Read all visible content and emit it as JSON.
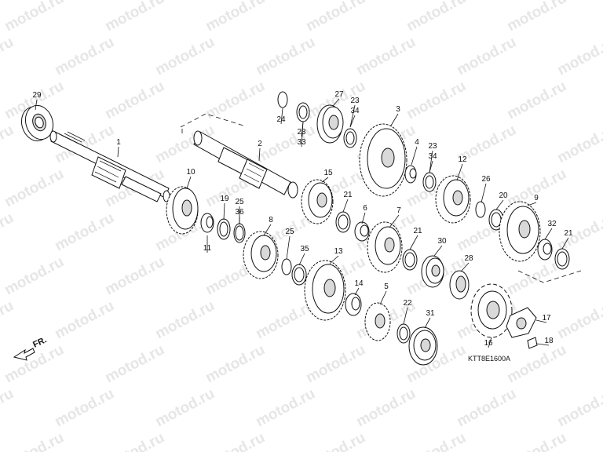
{
  "watermark": "motod.ru",
  "diagram_code": "KTT8E1600A",
  "direction_label": "FR.",
  "parts": [
    {
      "n": "29"
    },
    {
      "n": "1"
    },
    {
      "n": "10"
    },
    {
      "n": "11"
    },
    {
      "n": "19"
    },
    {
      "n": "25"
    },
    {
      "n": "36"
    },
    {
      "n": "2"
    },
    {
      "n": "8"
    },
    {
      "n": "25"
    },
    {
      "n": "35"
    },
    {
      "n": "24"
    },
    {
      "n": "23"
    },
    {
      "n": "33"
    },
    {
      "n": "27"
    },
    {
      "n": "23"
    },
    {
      "n": "34"
    },
    {
      "n": "3"
    },
    {
      "n": "15"
    },
    {
      "n": "21"
    },
    {
      "n": "6"
    },
    {
      "n": "4"
    },
    {
      "n": "23"
    },
    {
      "n": "34"
    },
    {
      "n": "7"
    },
    {
      "n": "21"
    },
    {
      "n": "13"
    },
    {
      "n": "14"
    },
    {
      "n": "5"
    },
    {
      "n": "22"
    },
    {
      "n": "31"
    },
    {
      "n": "30"
    },
    {
      "n": "28"
    },
    {
      "n": "12"
    },
    {
      "n": "26"
    },
    {
      "n": "20"
    },
    {
      "n": "9"
    },
    {
      "n": "32"
    },
    {
      "n": "21"
    },
    {
      "n": "16"
    },
    {
      "n": "17"
    },
    {
      "n": "18"
    }
  ]
}
